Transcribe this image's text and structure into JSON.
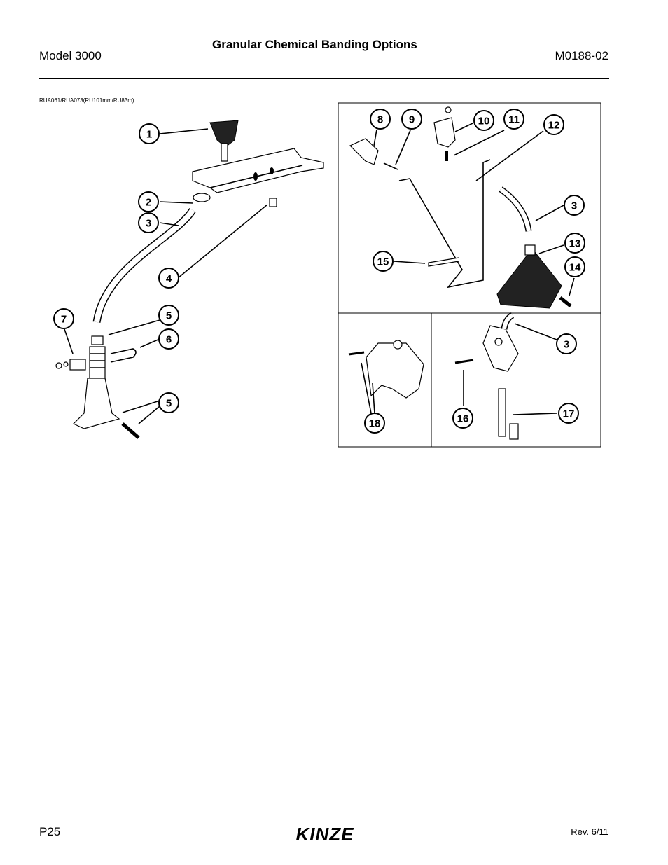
{
  "header": {
    "model": "Model 3000",
    "title": "Granular Chemical Banding Options",
    "doc_number": "M0188-02"
  },
  "figure": {
    "id": "RUA061/RUA073(RU101mm/RU83m)",
    "callouts": [
      {
        "label": "1"
      },
      {
        "label": "2"
      },
      {
        "label": "3"
      },
      {
        "label": "4"
      },
      {
        "label": "5"
      },
      {
        "label": "6"
      },
      {
        "label": "7"
      },
      {
        "label": "5"
      },
      {
        "label": "8"
      },
      {
        "label": "9"
      },
      {
        "label": "10"
      },
      {
        "label": "11"
      },
      {
        "label": "12"
      },
      {
        "label": "3"
      },
      {
        "label": "13"
      },
      {
        "label": "14"
      },
      {
        "label": "15"
      },
      {
        "label": "18"
      },
      {
        "label": "3"
      },
      {
        "label": "16"
      },
      {
        "label": "17"
      }
    ]
  },
  "footer": {
    "page": "P25",
    "revision": "Rev. 6/11",
    "logo_text": "KINZE"
  }
}
